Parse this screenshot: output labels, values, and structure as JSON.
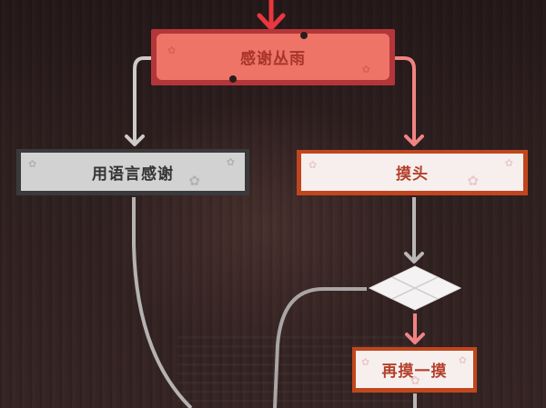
{
  "flowchart": {
    "title": "dialogue-choice-flow",
    "nodes": [
      {
        "id": "top",
        "label": "感谢丛雨",
        "style": "selected-red"
      },
      {
        "id": "left",
        "label": "用语言感谢",
        "style": "unselected-gray"
      },
      {
        "id": "right",
        "label": "摸头",
        "style": "chosen-orange"
      },
      {
        "id": "branch",
        "label": "",
        "style": "diamond-branch"
      },
      {
        "id": "bottom",
        "label": "再摸一摸",
        "style": "chosen-orange"
      }
    ],
    "edges": [
      {
        "from": "entry",
        "to": "top",
        "color": "#e8373f"
      },
      {
        "from": "top",
        "to": "left",
        "color": "#c8c4c4"
      },
      {
        "from": "top",
        "to": "right",
        "color": "#f08081"
      },
      {
        "from": "right",
        "to": "branch",
        "color": "#b9b6b6"
      },
      {
        "from": "branch",
        "to": "bottom",
        "color": "#f08081"
      },
      {
        "from": "branch",
        "to": "offscreen-left",
        "color": "#a9a5a5"
      },
      {
        "from": "left",
        "to": "offscreen-bottom",
        "color": "#b6b2b2"
      },
      {
        "from": "bottom",
        "to": "offscreen-bottom",
        "color": "#b9b6b6"
      }
    ],
    "decorations": {
      "paw_icon": "✿"
    }
  },
  "colors": {
    "background": "#2a1c1c",
    "selected_outer": "#b3363a",
    "selected_inner": "#ee7468",
    "chosen_border": "#c1461e",
    "chosen_fill": "#f6efee",
    "gray_border": "#3a3a3c",
    "gray_fill": "#d2d2d2",
    "entry_arrow": "#e8373f"
  }
}
